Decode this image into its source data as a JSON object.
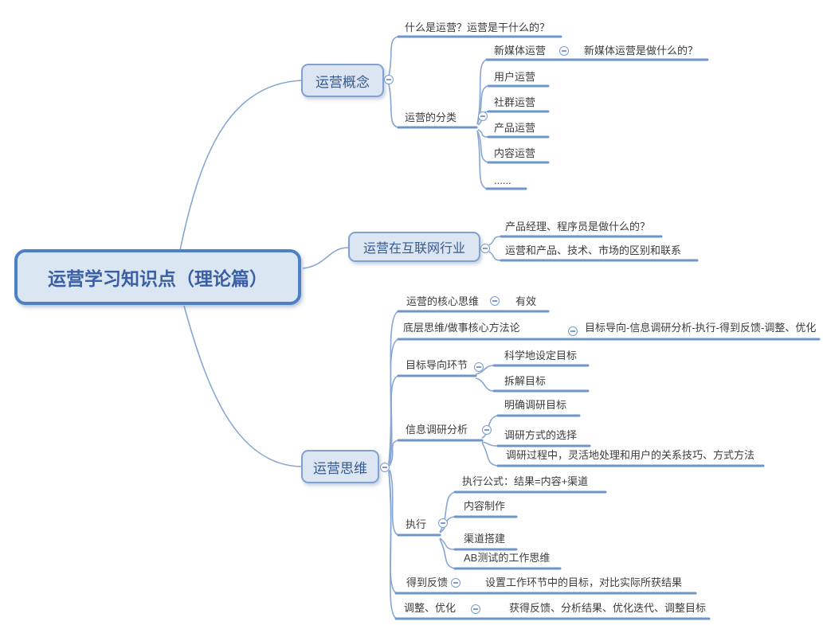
{
  "root_topic": {
    "label": "运营学习知识点（理论篇）"
  },
  "concept": {
    "label": "运营概念",
    "what_is": "什么是运营？运营是干什么的？",
    "category": {
      "label": "运营的分类",
      "new_media": "新媒体运营",
      "new_media_desc": "新媒体运营是做什么的？",
      "user_ops": "用户运营",
      "community_ops": "社群运营",
      "product_ops": "产品运营",
      "content_ops": "内容运营",
      "more": "......"
    }
  },
  "industry": {
    "label": "运营在互联网行业",
    "pm_dev": "产品经理、程序员是做什么的？",
    "relation": "运营和产品、技术、市场的区别和联系"
  },
  "thinking": {
    "label": "运营思维",
    "core": {
      "label": "运营的核心思维",
      "value": "有效"
    },
    "method": {
      "label": "底层思维/做事核心方法论",
      "value": "目标导向-信息调研分析-执行-得到反馈-调整、优化"
    },
    "goal": {
      "label": "目标导向环节",
      "set_goal": "科学地设定目标",
      "split_goal": "拆解目标"
    },
    "research": {
      "label": "信息调研分析",
      "clarify": "明确调研目标",
      "method_choice": "调研方式的选择",
      "process": "调研过程中，灵活地处理和用户的关系技巧、方式方法"
    },
    "execute": {
      "label": "执行",
      "formula": "执行公式：结果=内容+渠道",
      "content": "内容制作",
      "channel": "渠道搭建",
      "ab_test": "AB测试的工作思维"
    },
    "feedback": {
      "label": "得到反馈",
      "value": "设置工作环节中的目标，对比实际所获结果"
    },
    "adjust": {
      "label": "调整、优化",
      "value": "获得反馈、分析结果、优化迭代、调整目标"
    }
  },
  "colors": {
    "curve_line": "#87a6d3",
    "topic_underline": "#6f96c9",
    "node_fill": "#dce6f3",
    "node_border": "#7fa1d4",
    "root_border": "#4f80c6",
    "root_text": "#3a5fa5",
    "node_text": "#36598f",
    "leaf_text": "#3c3c3c"
  }
}
